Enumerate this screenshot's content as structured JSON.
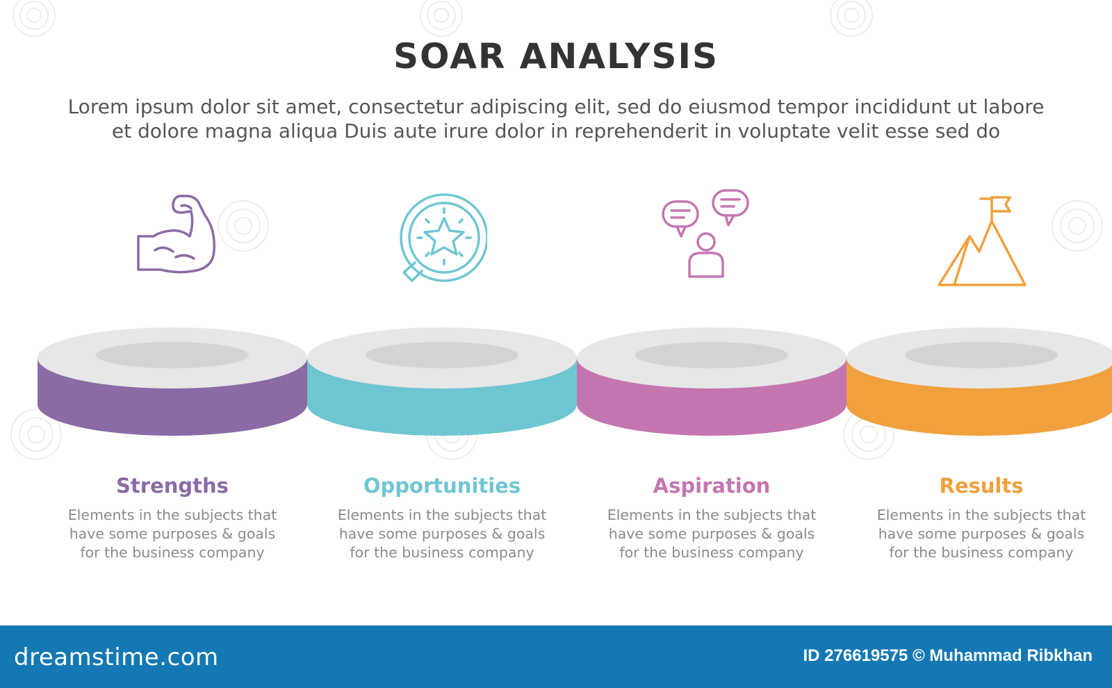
{
  "title": "SOAR ANALYSIS",
  "subtitle": {
    "line1": "Lorem ipsum dolor sit amet, consectetur adipiscing elit, sed do eiusmod tempor incididunt ut labore",
    "line2": "et dolore magna aliqua Duis aute irure dolor in reprehenderit in voluptate velit esse sed do"
  },
  "pillars": [
    {
      "label": "Strengths",
      "color": "#8a6ba5",
      "icon": "flexed-arm-icon",
      "desc": [
        "Elements in the subjects that",
        "have  some purposes & goals",
        "for the  business company"
      ]
    },
    {
      "label": "Opportunities",
      "color": "#6fc6d3",
      "icon": "star-badge-icon",
      "desc": [
        "Elements in the subjects that",
        "have  some purposes & goals",
        "for the  business company"
      ]
    },
    {
      "label": "Aspiration",
      "color": "#c476b1",
      "icon": "person-speech-icon",
      "desc": [
        "Elements in the subjects that",
        "have  some purposes & goals",
        "for the  business company"
      ]
    },
    {
      "label": "Results",
      "color": "#f0a03c",
      "icon": "mountain-flag-icon",
      "desc": [
        "Elements in the subjects that",
        "have  some purposes & goals",
        "for the  business company"
      ]
    }
  ],
  "footer": {
    "brand": "dreamstime.com",
    "credit": "ID 276619575 © Muhammad Ribkhan",
    "background": "#1478b4"
  },
  "colors": {
    "disk_top": "#e7e7e7",
    "disk_hole": "#d4d4d4",
    "title": "#333333",
    "body_text": "#8a8a8a"
  }
}
